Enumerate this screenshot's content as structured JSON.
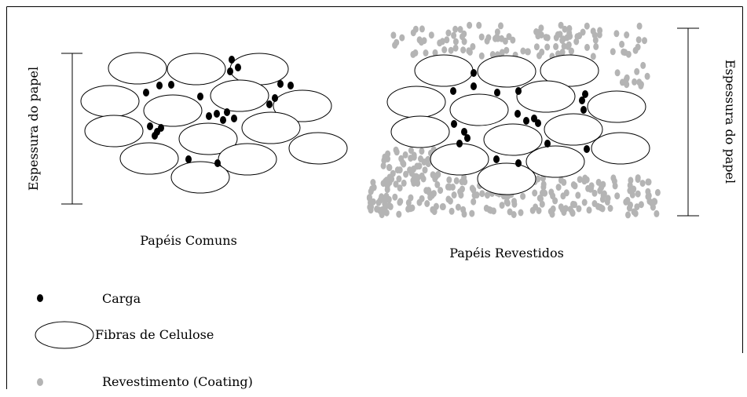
{
  "left_panel": {
    "caption": "Papéis Comuns",
    "thickness_label": "Espessura do papel"
  },
  "right_panel": {
    "caption": "Papéis Revestidos",
    "thickness_label": "Espessura do papel"
  },
  "legend": {
    "items": [
      {
        "symbol": "black-dot",
        "label": "Carga"
      },
      {
        "symbol": "ellipse",
        "label": "Fibras de Celulose"
      },
      {
        "symbol": "gray-dot",
        "label": "Revestimento (Coating)"
      }
    ]
  },
  "colors": {
    "frame": "#000000",
    "fiber_fill": "#ffffff",
    "filler": "#000000",
    "coating": "#b4b4b4"
  }
}
